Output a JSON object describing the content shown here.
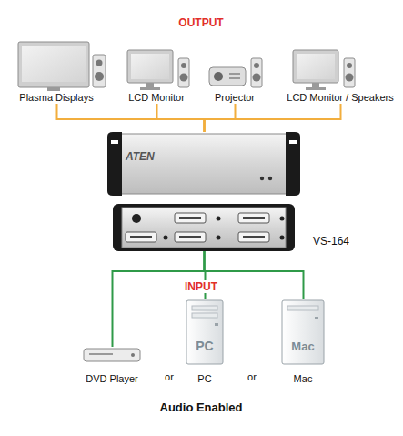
{
  "diagram": {
    "caption": "Audio Enabled",
    "nodes": [
      {
        "text": [
          "Plasma Displays"
        ]
      },
      {
        "text": [
          "LCD Monitor"
        ]
      },
      {
        "text": [
          "Projector"
        ]
      },
      {
        "text": [
          "LCD Monitor / Speakers"
        ]
      },
      {
        "text": [
          "ATEN",
          "VS-164"
        ]
      },
      {
        "text": [
          "DVD Player"
        ]
      },
      {
        "text": [
          "PC",
          "PC"
        ]
      },
      {
        "text": [
          "Mac",
          "Mac"
        ]
      }
    ],
    "edges": [
      {
        "from": 4,
        "to": 0,
        "arrow": "none"
      },
      {
        "from": 4,
        "to": 1,
        "arrow": "none"
      },
      {
        "from": 4,
        "to": 2,
        "arrow": "none"
      },
      {
        "from": 4,
        "to": 3,
        "arrow": "none"
      },
      {
        "from": 5,
        "to": 4,
        "arrow": "none"
      },
      {
        "from": 6,
        "to": 4,
        "arrow": "none"
      },
      {
        "from": 7,
        "to": 4,
        "arrow": "none"
      }
    ],
    "labels": [
      "OUTPUT",
      "INPUT",
      "or",
      "or"
    ]
  }
}
